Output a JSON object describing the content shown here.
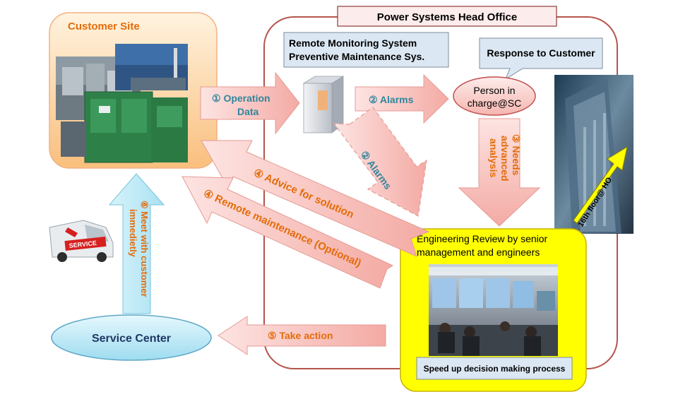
{
  "head_office": {
    "title": "Power Systems Head Office"
  },
  "customer_site": {
    "title": "Customer Site"
  },
  "remote_monitoring": {
    "line1": "Remote Monitoring System",
    "line2": "Preventive Maintenance Sys."
  },
  "response_callout": {
    "text": "Response to Customer"
  },
  "person": {
    "line1": "Person in",
    "line2": "charge@SC"
  },
  "floor": {
    "text": "16th floor@ HO"
  },
  "engineering": {
    "line1": "Engineering Review by senior",
    "line2": "management and engineers",
    "caption": "Speed up decision making process"
  },
  "service_center": {
    "label": "Service Center",
    "van_text": "SERVICE"
  },
  "arrows": {
    "operation_data": {
      "line1": "① Operation",
      "line2": "Data"
    },
    "alarms_right": "② Alarms",
    "alarms_diag": "② Alarms",
    "needs_analysis": {
      "line1": "③ Needs",
      "line2": "advanced",
      "line3": "analysis"
    },
    "advice": "④ Advice for solution",
    "remote_maint": "④ Remote maintenance (Optional)",
    "take_action": "⑤ Take action",
    "meet_customer": {
      "line1": "⑥ Meet with customer",
      "line2": "immedietly"
    }
  },
  "colors": {
    "orange_text": "#e46c0a",
    "teal_text": "#31859c",
    "head_office_border": "#b5544c",
    "pink_arrow": "#f8c8c4",
    "engineering_fill": "#ffff00",
    "service_center_fill": "#b7e7f5"
  }
}
